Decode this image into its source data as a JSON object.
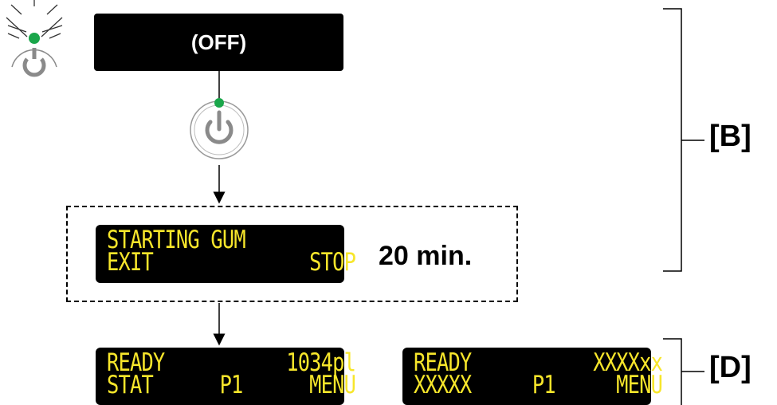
{
  "off_state": {
    "label": "(OFF)"
  },
  "starting_display": {
    "line1_left": "STARTING GUM",
    "line1_right": "",
    "line2_left": "EXIT",
    "line2_right": "STOP"
  },
  "duration": "20 min.",
  "ready_display_1": {
    "line1_left": "READY",
    "line1_right": "1034pl",
    "line2_left": "STAT",
    "line2_mid": "P1",
    "line2_right": "MENU"
  },
  "ready_display_2": {
    "line1_left": "READY",
    "line1_right": "XXXXxx",
    "line2_left": "XXXXX",
    "line2_mid": "P1",
    "line2_right": "MENU"
  },
  "brackets": {
    "b_label": "[B]",
    "d_label": "[D]"
  },
  "colors": {
    "led_green": "#1aa64a",
    "lcd_text": "#f7e62b",
    "icon_gray": "#8a8a8a"
  },
  "icons": [
    "blinking-power-icon",
    "power-button-icon"
  ]
}
